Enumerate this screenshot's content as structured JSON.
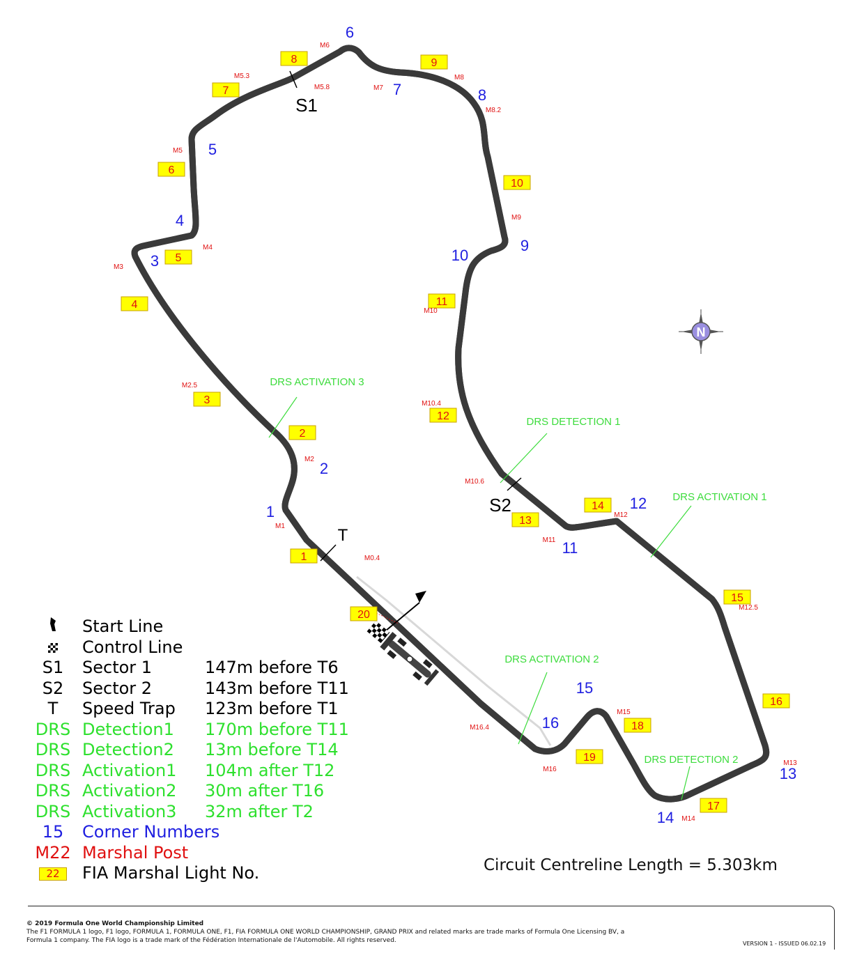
{
  "track": {
    "surface_color": "#d4d4d4",
    "edge_color": "#3a3a3a",
    "drs_color": "#3ddc3d",
    "light_fill": "#ffff00",
    "light_text": "#e01010",
    "corner_color": "#1f1fe0",
    "marshal_color": "#e01010"
  },
  "corners": [
    "1",
    "2",
    "3",
    "4",
    "5",
    "6",
    "7",
    "8",
    "9",
    "10",
    "11",
    "12",
    "13",
    "14",
    "15",
    "16"
  ],
  "marshal_posts": [
    "M0.4",
    "M1",
    "M2",
    "M2.5",
    "M3",
    "M4",
    "M5",
    "M5.3",
    "M5.8",
    "M6",
    "M7",
    "M8",
    "M8.2",
    "M9",
    "M10",
    "M10.4",
    "M10.6",
    "M11",
    "M12",
    "M12.5",
    "M13",
    "M14",
    "M15",
    "M16",
    "M16.4"
  ],
  "marshal_lights": [
    "1",
    "2",
    "3",
    "4",
    "5",
    "6",
    "7",
    "8",
    "9",
    "10",
    "11",
    "12",
    "13",
    "14",
    "15",
    "16",
    "17",
    "18",
    "19",
    "20"
  ],
  "sectors": [
    "S1",
    "S2",
    "T"
  ],
  "drs_labels": [
    "DRS ACTIVATION 3",
    "DRS DETECTION 1",
    "DRS ACTIVATION 1",
    "DRS ACTIVATION 2",
    "DRS DETECTION 2"
  ],
  "compass": {
    "label": "N",
    "icon": "compass-rose-icon"
  },
  "legend": [
    {
      "symbol": "",
      "icon": "start-flag-icon",
      "name": "Start Line",
      "desc": "",
      "color": "black"
    },
    {
      "symbol": "",
      "icon": "chequered-flag-icon",
      "name": "Control Line",
      "desc": "",
      "color": "black"
    },
    {
      "symbol": "S1",
      "name": "Sector 1",
      "desc": "147m before T6",
      "color": "black"
    },
    {
      "symbol": "S2",
      "name": "Sector 2",
      "desc": "143m before T11",
      "color": "black"
    },
    {
      "symbol": "T",
      "name": "Speed Trap",
      "desc": "123m before T1",
      "color": "black"
    },
    {
      "symbol": "DRS",
      "name": "Detection1",
      "desc": "170m before T11",
      "color": "green"
    },
    {
      "symbol": "DRS",
      "name": "Detection2",
      "desc": "13m before T14",
      "color": "green"
    },
    {
      "symbol": "DRS",
      "name": "Activation1",
      "desc": "104m after T12",
      "color": "green"
    },
    {
      "symbol": "DRS",
      "name": "Activation2",
      "desc": "30m after T16",
      "color": "green"
    },
    {
      "symbol": "DRS",
      "name": "Activation3",
      "desc": "32m after T2",
      "color": "green"
    },
    {
      "symbol": "15",
      "name": "Corner Numbers",
      "desc": "",
      "color": "blue"
    },
    {
      "symbol": "M22",
      "name": "Marshal Post",
      "desc": "",
      "color": "red"
    },
    {
      "symbol": "22",
      "name": "FIA Marshal Light No.",
      "desc": "",
      "color": "lightbox"
    }
  ],
  "circuit_length": "Circuit Centreline Length = 5.303km",
  "footer": {
    "copyright": "© 2019 Formula One World Championship Limited",
    "line1": "The F1 FORMULA 1 logo, F1 logo, FORMULA 1, FORMULA ONE, F1, FIA FORMULA ONE WORLD CHAMPIONSHIP, GRAND PRIX and related marks are trade marks of Formula One Licensing BV, a",
    "line2": "Formula 1 company. The FIA logo is a trade mark of the Fédération Internationale de l'Automobile. All rights reserved.",
    "version": "VERSION 1 - ISSUED 06.02.19"
  }
}
